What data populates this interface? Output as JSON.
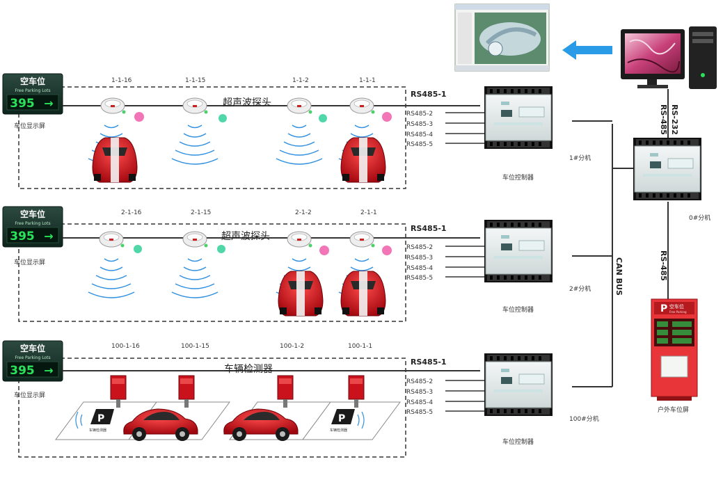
{
  "display_board": {
    "title": "空车位",
    "subtitle": "Free Parking Lots",
    "count": "395",
    "arrow": "→",
    "caption": "车位显示屏"
  },
  "controller": {
    "label": "车位控制器"
  },
  "rows": [
    {
      "ids": [
        "1-1-16",
        "1-1-15",
        "1-1-2",
        "1-1-1"
      ],
      "detector": "超声波探头",
      "unit": "1#分机",
      "buses": [
        "RS485-1",
        "RS485-2",
        "RS485-3",
        "RS485-4",
        "RS485-5"
      ]
    },
    {
      "ids": [
        "2-1-16",
        "2-1-15",
        "2-1-2",
        "2-1-1"
      ],
      "detector": "超声波探头",
      "unit": "2#分机",
      "buses": [
        "RS485-1",
        "RS485-2",
        "RS485-3",
        "RS485-4",
        "RS485-5"
      ]
    },
    {
      "ids": [
        "100-1-16",
        "100-1-15",
        "100-1-2",
        "100-1-1"
      ],
      "detector": "车辆检测器",
      "unit": "100#分机",
      "buses": [
        "RS485-1",
        "RS485-2",
        "RS485-3",
        "RS485-4",
        "RS485-5"
      ]
    }
  ],
  "main_unit": {
    "label": "0#分机"
  },
  "can_bus": {
    "label": "CAN BUS"
  },
  "links": {
    "pc": "RS-232",
    "pc2": "RS-485",
    "outdoor": "RS-485"
  },
  "outdoor_screen": {
    "title": "空车位",
    "subtitle": "Free Parking",
    "caption": "户外车位屏"
  },
  "parking_sign": {
    "letter": "P",
    "text": "车辆检测器"
  },
  "colors": {
    "display_green": "#29e25a",
    "display_bg": "#0e2b22",
    "car_red": "#d4101c",
    "wave_blue": "#2f8fe0",
    "arrow_blue": "#2a9be6",
    "kiosk_red": "#e8353a"
  }
}
